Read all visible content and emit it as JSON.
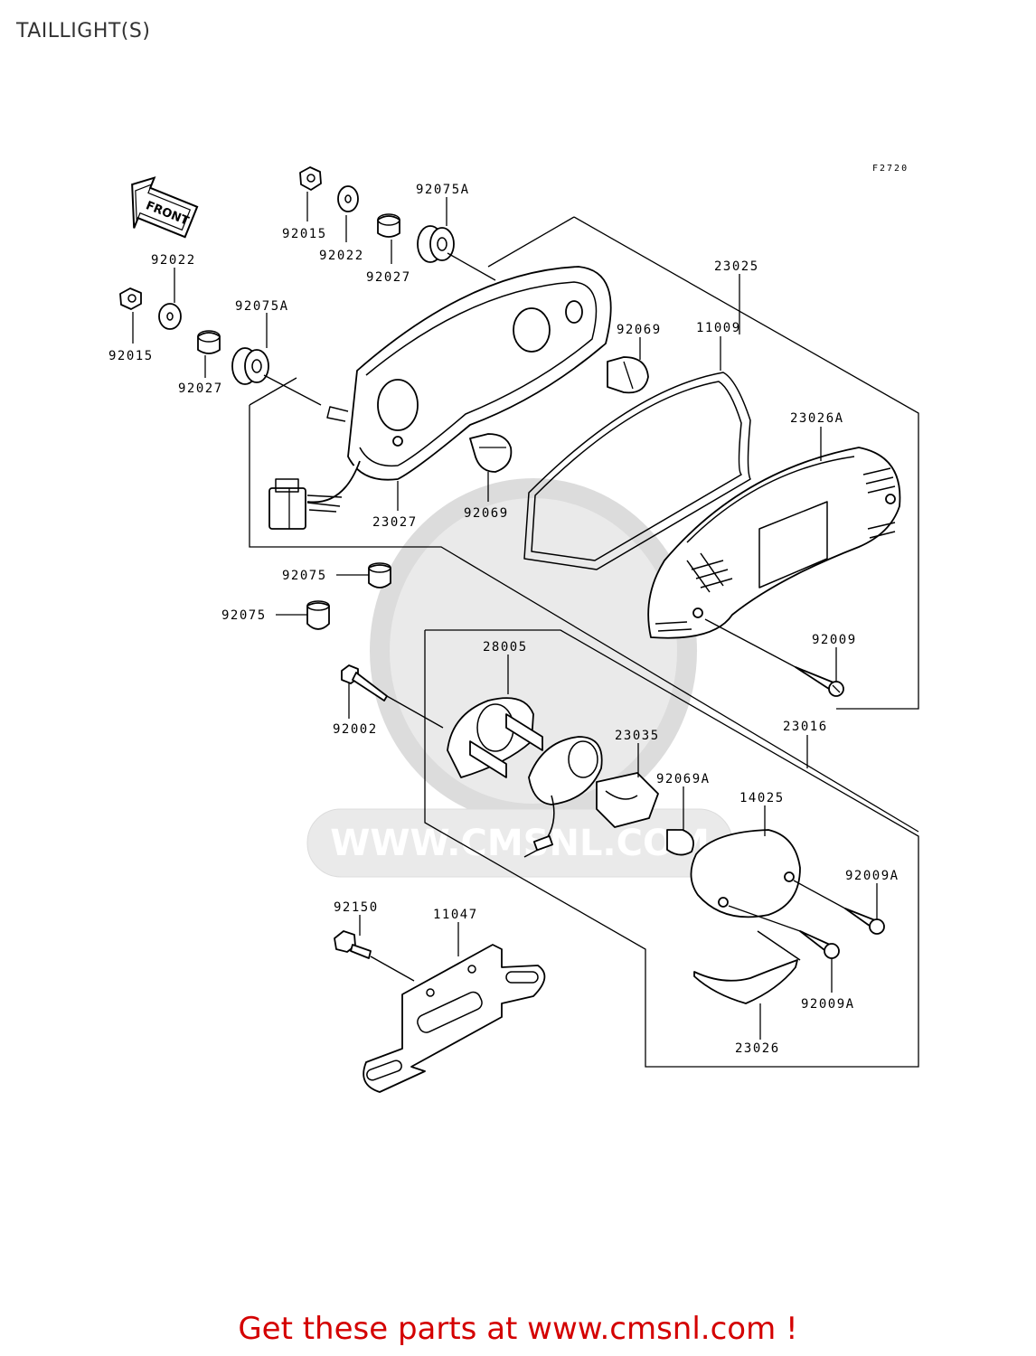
{
  "title": "TAILLIGHT(S)",
  "figure_code": "F2720",
  "front_arrow_label": "FRONT",
  "watermark_text": "WWW.CMSNL.COM",
  "footer_link": "Get these parts at www.cmsnl.com !",
  "footer_color": "#d40000",
  "callouts": [
    {
      "id": "92015-top",
      "label": "92015"
    },
    {
      "id": "92022-top",
      "label": "92022"
    },
    {
      "id": "92027-top",
      "label": "92027"
    },
    {
      "id": "92075a-top",
      "label": "92075A"
    },
    {
      "id": "92022-left",
      "label": "92022"
    },
    {
      "id": "92015-left",
      "label": "92015"
    },
    {
      "id": "92075a-left",
      "label": "92075A"
    },
    {
      "id": "92027-left",
      "label": "92027"
    },
    {
      "id": "23025",
      "label": "23025"
    },
    {
      "id": "11009",
      "label": "11009"
    },
    {
      "id": "92069-top",
      "label": "92069"
    },
    {
      "id": "23026a",
      "label": "23026A"
    },
    {
      "id": "23027",
      "label": "23027"
    },
    {
      "id": "92069-mid",
      "label": "92069"
    },
    {
      "id": "92075-a",
      "label": "92075"
    },
    {
      "id": "92075-b",
      "label": "92075"
    },
    {
      "id": "28005",
      "label": "28005"
    },
    {
      "id": "92009",
      "label": "92009"
    },
    {
      "id": "92002",
      "label": "92002"
    },
    {
      "id": "23016",
      "label": "23016"
    },
    {
      "id": "23035",
      "label": "23035"
    },
    {
      "id": "92069a",
      "label": "92069A"
    },
    {
      "id": "14025",
      "label": "14025"
    },
    {
      "id": "92009a-top",
      "label": "92009A"
    },
    {
      "id": "92150",
      "label": "92150"
    },
    {
      "id": "11047",
      "label": "11047"
    },
    {
      "id": "92009a-bottom",
      "label": "92009A"
    },
    {
      "id": "23026",
      "label": "23026"
    }
  ]
}
